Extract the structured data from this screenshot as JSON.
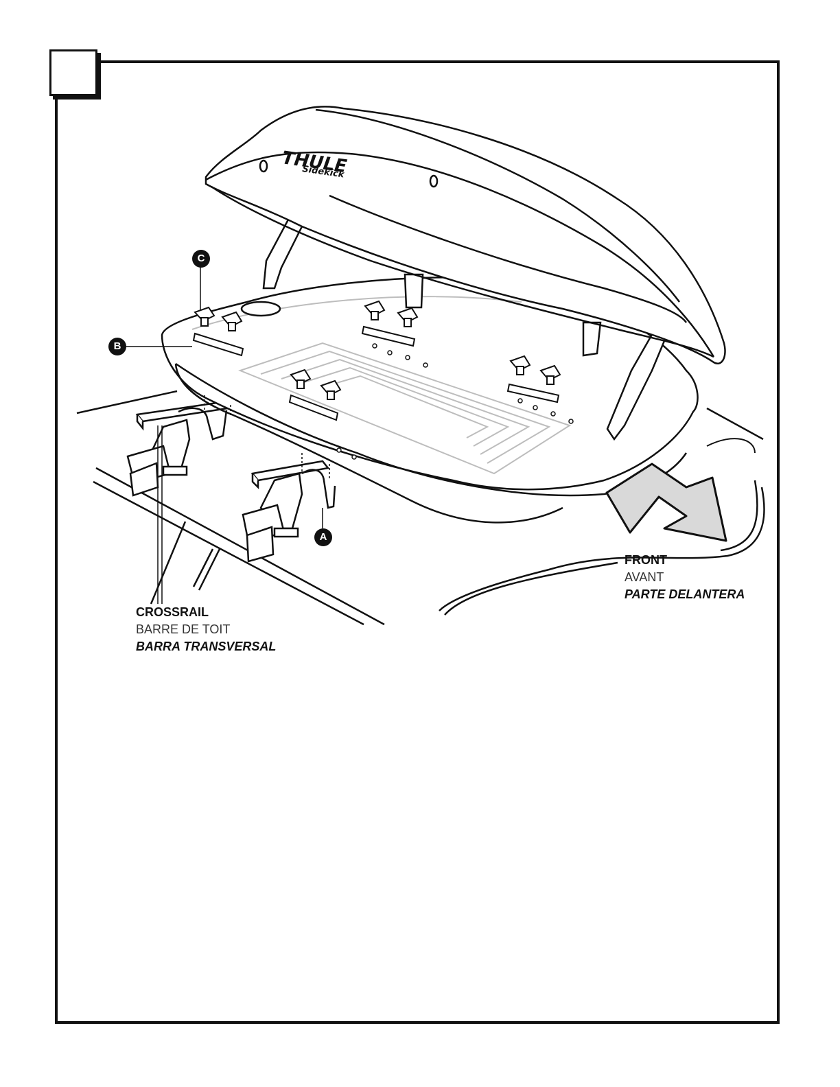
{
  "brand": {
    "logo": "THULE",
    "model": "Sidekick"
  },
  "callouts": {
    "a": "A",
    "b": "B",
    "c": "C"
  },
  "labels": {
    "crossrail": {
      "en": "CROSSRAIL",
      "fr": "BARRE DE TOIT",
      "es": "BARRA TRANSVERSAL"
    },
    "front": {
      "en": "FRONT",
      "fr": "AVANT",
      "es": "PARTE DELANTERA"
    }
  },
  "colors": {
    "line": "#111111",
    "arrow_fill": "#d9d9d9",
    "faint_line": "#bdbdbd"
  }
}
